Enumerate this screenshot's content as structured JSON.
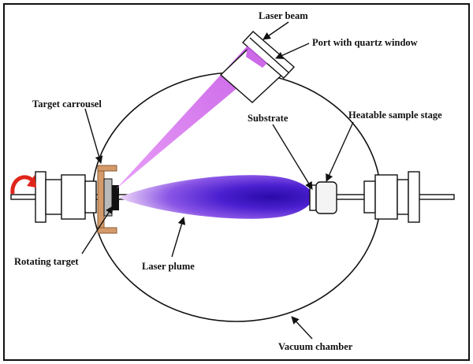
{
  "labels": {
    "laser_beam": "Laser beam",
    "port": "Port with quartz window",
    "target_carrousel": "Target carrousel",
    "substrate": "Substrate",
    "heatable_stage": "Heatable sample stage",
    "rotating_target": "Rotating target",
    "laser_plume": "Laser plume",
    "vacuum_chamber": "Vacuum chamber"
  },
  "colors": {
    "beam": "#d868f0",
    "plume_edge": "#e6ccf6",
    "plume_core": "#2a0aa8",
    "carrousel": "#d49a6a",
    "rotation_arrow": "#e0251b",
    "outline": "#111111"
  },
  "icons": {
    "rotation": "curved-arrow-icon"
  }
}
